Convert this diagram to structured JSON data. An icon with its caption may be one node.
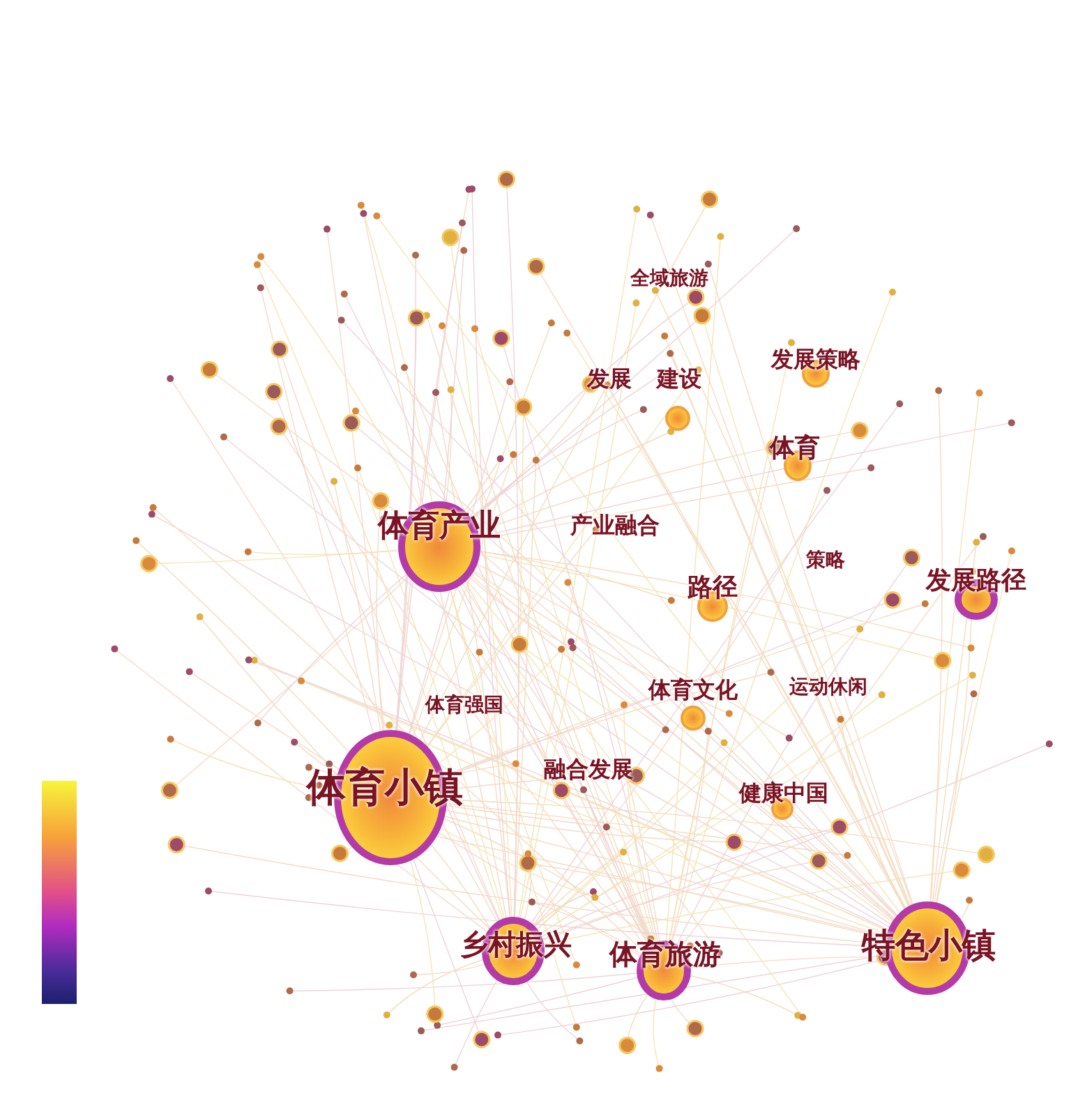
{
  "diagram": {
    "labels": [
      "全域旅游",
      "发展",
      "建设",
      "发展策略",
      "体育",
      "体育产业",
      "产业融合",
      "策略",
      "路径",
      "发展路径",
      "体育强国",
      "体育文化",
      "运动休闲",
      "体育小镇",
      "融合发展",
      "健康中国",
      "乡村振兴",
      "体育旅游",
      "特色小镇"
    ]
  }
}
